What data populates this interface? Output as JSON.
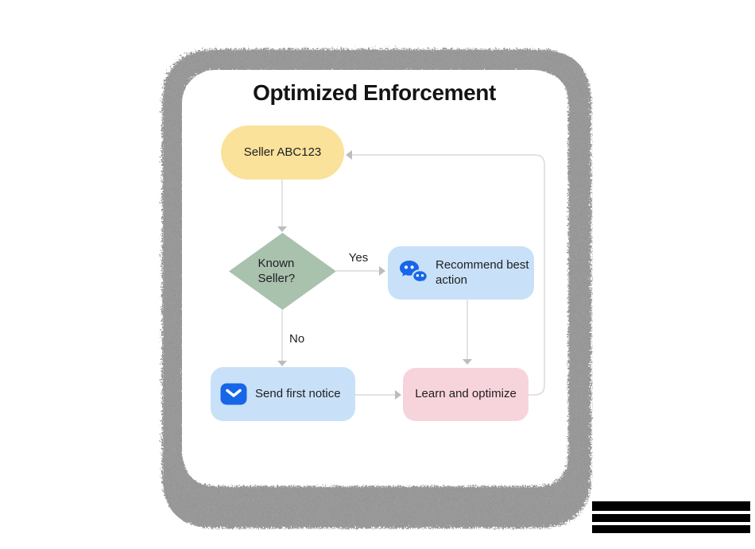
{
  "card": {
    "title": "Optimized Enforcement",
    "background": "#ffffff",
    "frame_color": "#9b9b9b"
  },
  "flowchart": {
    "nodes": {
      "seller": {
        "label": "Seller ABC123",
        "color": "#FAE29B",
        "shape": "pill"
      },
      "decision": {
        "label": "Known Seller?",
        "color": "#A9C2AE",
        "shape": "diamond"
      },
      "recommend": {
        "label": "Recommend best action",
        "color": "#C8E1F8",
        "shape": "rounded-rect",
        "icon": "chat-bubbles-icon"
      },
      "send_notice": {
        "label": "Send first notice",
        "color": "#C8E1F8",
        "shape": "rounded-rect",
        "icon": "envelope-icon"
      },
      "learn": {
        "label": "Learn and optimize",
        "color": "#F7D4DC",
        "shape": "rounded-rect"
      }
    },
    "edges": {
      "yes_label": "Yes",
      "no_label": "No"
    },
    "line_color": "#DADADA",
    "arrowhead_color": "#BDBDBD",
    "icon_color": "#1766E8"
  },
  "decoration": {
    "black_bars": 3,
    "bar_color": "#000000"
  }
}
